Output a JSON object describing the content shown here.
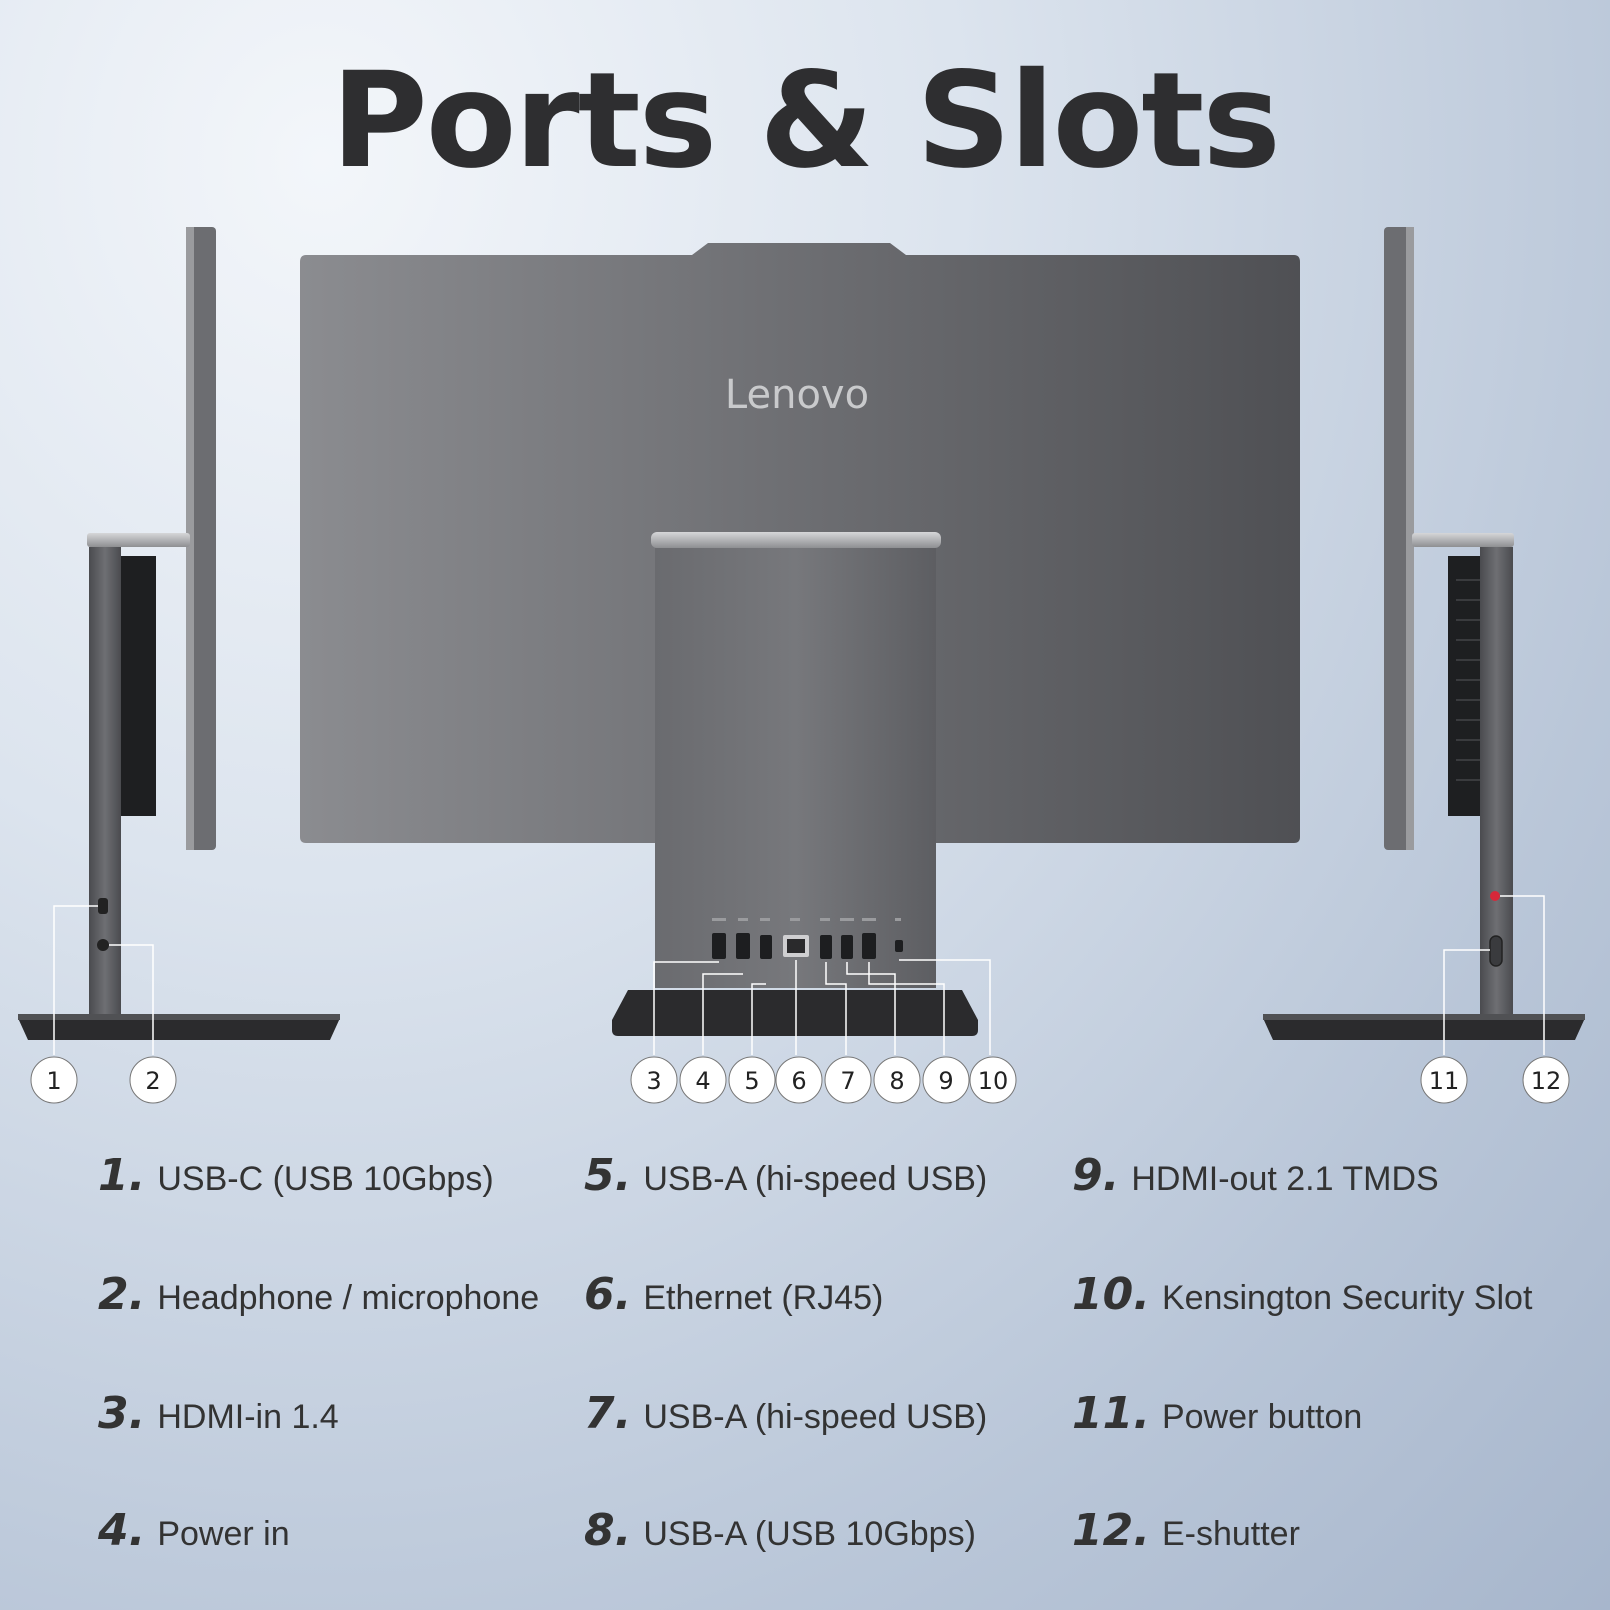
{
  "title": "Ports & Slots",
  "brand": "Lenovo",
  "callouts": [
    "1",
    "2",
    "3",
    "4",
    "5",
    "6",
    "7",
    "8",
    "9",
    "10",
    "11",
    "12"
  ],
  "legend": [
    {
      "num": "1.",
      "label": "USB-C (USB 10Gbps)"
    },
    {
      "num": "2.",
      "label": "Headphone / microphone"
    },
    {
      "num": "3.",
      "label": "HDMI-in 1.4"
    },
    {
      "num": "4.",
      "label": "Power in"
    },
    {
      "num": "5.",
      "label": "USB-A (hi-speed USB)"
    },
    {
      "num": "6.",
      "label": "Ethernet (RJ45)"
    },
    {
      "num": "7.",
      "label": "USB-A (hi-speed USB)"
    },
    {
      "num": "8.",
      "label": "USB-A (USB 10Gbps)"
    },
    {
      "num": "9.",
      "label": "HDMI-out 2.1 TMDS"
    },
    {
      "num": "10.",
      "label": "Kensington Security Slot"
    },
    {
      "num": "11.",
      "label": "Power button"
    },
    {
      "num": "12.",
      "label": "E-shutter"
    }
  ],
  "colors": {
    "text": "#333333",
    "device_gray": "#5f6064",
    "base_black": "#2b2b2d",
    "accent_red": "#d6283a"
  }
}
